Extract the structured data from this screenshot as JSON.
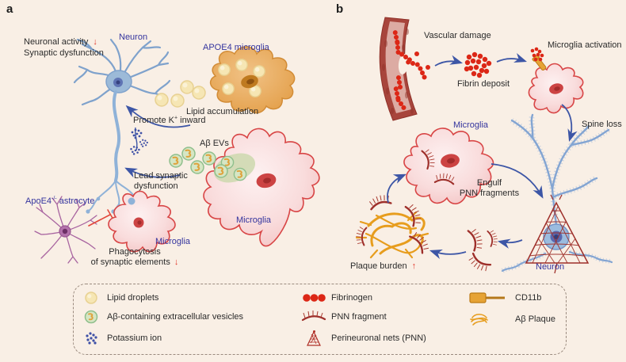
{
  "figure": {
    "panel_a_letter": "a",
    "panel_b_letter": "b"
  },
  "colors": {
    "background": "#f9efe5",
    "label_blue": "#34349e",
    "text_dark": "#2b2b2b",
    "arrow_red": "#e2382a",
    "arrow_blue": "#3d56a6",
    "microglia_pink": "#f3c2c2",
    "microglia_outline": "#d84545",
    "apoe4_orange": "#e6a24e",
    "plaque_orange": "#e79d1e",
    "pnn_red": "#9e2f2a",
    "fibrin_red": "#dc2716",
    "neuron_blue": "#8fb2d8",
    "astrocyte_purple": "#a864a0"
  },
  "panel_a": {
    "neuronal_activity": "Neuronal activity",
    "neuronal_activity_arrow": "↓",
    "synaptic_dysfunction": "Synaptic dysfunction",
    "neuron_label": "Neuron",
    "apoe4_microglia_label": "APOE4 microglia",
    "lipid_accumulation": "Lipid accumulation",
    "promote_k_pre": "Promote K",
    "promote_k_sup": "+",
    "promote_k_post": " inward",
    "ab_evs_label": "Aβ EVs",
    "lead_synaptic_dysfunction": "Lead synaptic dysfunction",
    "apoe4_astrocyte_pre": "ApoE4",
    "apoe4_astrocyte_sup": "-/-",
    "apoe4_astrocyte_post": " astrocyte",
    "microglia_small_label": "Microglia",
    "microglia_large_label": "Microglia",
    "phagocytosis_line1": "Phagocytosis",
    "phagocytosis_line2": "of synaptic elements",
    "phagocytosis_arrow": "↓"
  },
  "panel_b": {
    "vascular_damage": "Vascular damage",
    "fibrin_deposit": "Fibrin deposit",
    "microglia_activation": "Microglia activation",
    "spine_loss": "Spine loss",
    "microglia_label": "Microglia",
    "engulf_line1": "Engulf",
    "engulf_line2": "PNN fragments",
    "plaque_burden": "Plaque burden",
    "plaque_burden_arrow": "↑",
    "neuron_label": "Neuron"
  },
  "legend": {
    "items": [
      {
        "icon": "lipid-droplet-icon",
        "label": "Lipid droplets"
      },
      {
        "icon": "ab-vesicle-icon",
        "label": "Aβ-containing extracellular vesicles"
      },
      {
        "icon": "potassium-ion-icon",
        "label": "Potassium ion"
      },
      {
        "icon": "fibrinogen-icon",
        "label": "Fibrinogen"
      },
      {
        "icon": "pnn-fragment-icon",
        "label": "PNN fragment"
      },
      {
        "icon": "perineuronal-nets-icon",
        "label": "Perineuronal nets (PNN)"
      },
      {
        "icon": "cd11b-icon",
        "label": "CD11b"
      },
      {
        "icon": "ab-plaque-icon",
        "label": "Aβ Plaque"
      }
    ]
  }
}
